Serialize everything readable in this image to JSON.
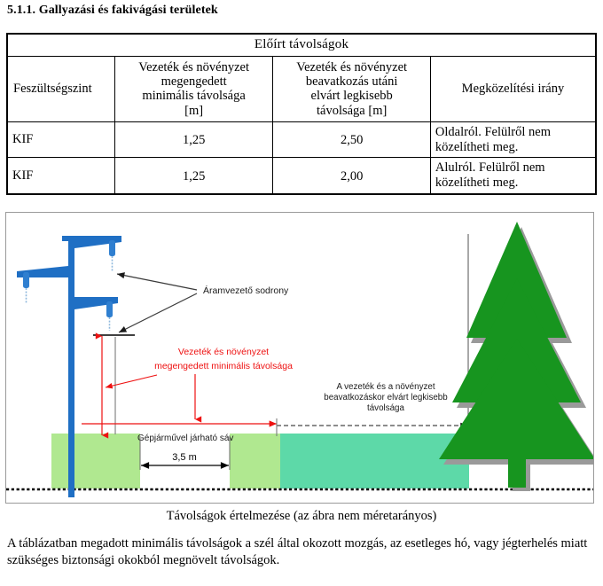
{
  "heading": "5.1.1. Gallyazási és fakivágási területek",
  "table": {
    "title": "Előírt távolságok",
    "headers": [
      "Feszültségszint",
      "Vezeték és növényzet megengedett minimális távolsága [m]",
      "Vezeték és növényzet beavatkozás utáni elvárt legkisebb távolsága [m]",
      "Megközelítési irány"
    ],
    "headers_lines": {
      "col1": [
        "Feszültségszint"
      ],
      "col2": [
        "Vezeték és növényzet",
        "megengedett",
        "minimális távolsága",
        "[m]"
      ],
      "col3": [
        "Vezeték és növényzet",
        "beavatkozás utáni",
        "elvárt legkisebb",
        "távolsága [m]"
      ],
      "col4": [
        "Megközelítési irány"
      ]
    },
    "rows": [
      {
        "level": "KIF",
        "min_distance": "1,25",
        "after_intervention": "2,50",
        "direction_lines": [
          "Oldalról. Felülről nem",
          "közelítheti meg."
        ]
      },
      {
        "level": "KIF",
        "min_distance": "1,25",
        "after_intervention": "2,00",
        "direction_lines": [
          "Alulról. Felülről nem",
          "közelítheti meg."
        ]
      }
    ]
  },
  "figure": {
    "labels": {
      "conductor": "Áramvezető sodrony",
      "min_distance_line1": "Vezeték és növényzet",
      "min_distance_line2": "megengedett minimális távolsága",
      "after_line1": "A vezeték és a növényzet",
      "after_line2": "beavatkozáskor elvárt legkisebb",
      "after_line3": "távolsága",
      "drivable_lane": "Gépjárművel járható sáv",
      "lane_width": "3,5 m"
    },
    "colors": {
      "pole": "#1f6fc4",
      "insulator": "#2f7fd0",
      "tree": "#17951f",
      "tree_shadow": "#9a9a9a",
      "grass_light": "#b0e890",
      "grass_teal": "#5dd9a8",
      "red_annotation": "#ee1111",
      "gray_line": "#7a7a7a",
      "black": "#000000"
    }
  },
  "caption": "Távolságok értelmezése (az ábra nem méretarányos)",
  "note_lines": [
    "A táblázatban megadott minimális távolságok a szél által okozott mozgás, az esetleges hó, vagy",
    "jégterhelés miatt szükséges biztonsági okokból megnövelt távolságok."
  ]
}
